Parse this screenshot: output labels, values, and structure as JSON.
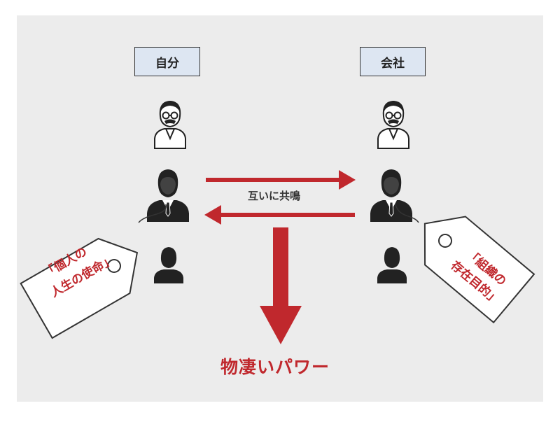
{
  "labels": {
    "self": "自分",
    "company": "会社"
  },
  "arrows": {
    "mutual": "互いに共鳴"
  },
  "result": "物凄いパワー",
  "tags": {
    "self": {
      "line1": "「個人の",
      "line2": "人生の使命」"
    },
    "company": {
      "line1": "「組織の",
      "line2": "存在目的」"
    }
  },
  "colors": {
    "accent": "#c0282d",
    "label_bg": "#dde6f2",
    "background": "#ececec",
    "icon": "#222222"
  }
}
